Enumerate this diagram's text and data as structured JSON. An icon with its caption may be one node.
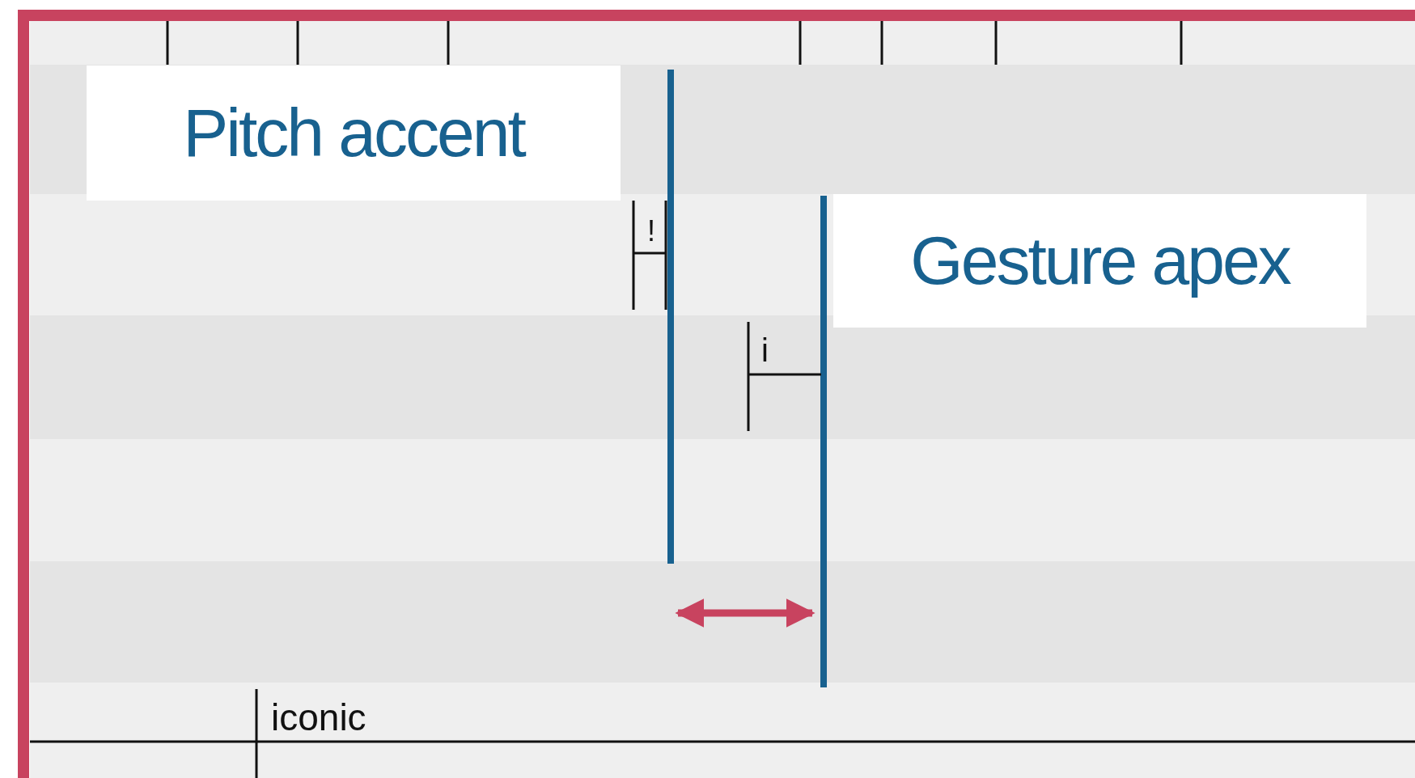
{
  "diagram": {
    "nodes": [
      {
        "text": [
          "Pitch accent"
        ]
      },
      {
        "text": [
          "Gesture apex"
        ]
      }
    ],
    "labels": [
      "!",
      "i",
      "iconic"
    ]
  }
}
